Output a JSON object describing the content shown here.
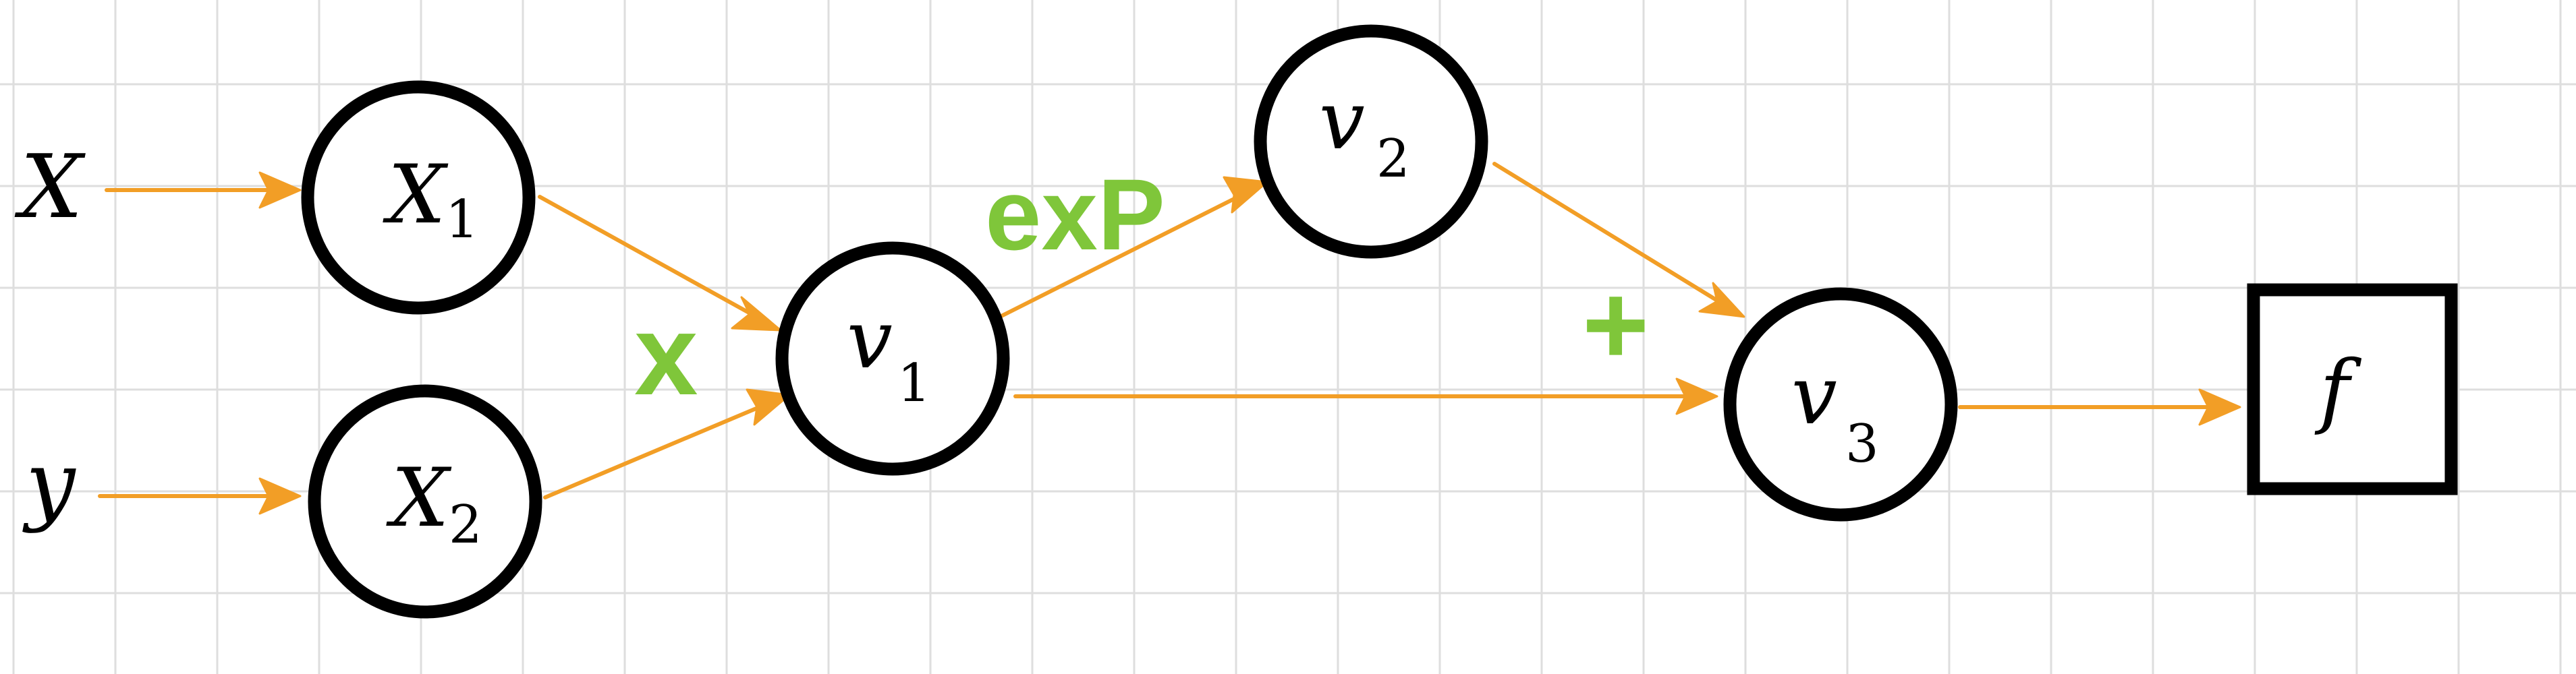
{
  "colors": {
    "edge": "#f29e26",
    "operation": "#7fc63a",
    "node_stroke": "#000000",
    "grid": "#dedede"
  },
  "inputs": {
    "x": "X",
    "y": "y"
  },
  "nodes": {
    "x1": {
      "name": "X",
      "sub": "1"
    },
    "x2": {
      "name": "X",
      "sub": "2"
    },
    "v1": {
      "name": "v",
      "sub": "1"
    },
    "v2": {
      "name": "v",
      "sub": "2"
    },
    "v3": {
      "name": "v",
      "sub": "3"
    },
    "f": {
      "name": "f"
    }
  },
  "operations": {
    "multiply": "x",
    "exp": "exP",
    "add": "+"
  },
  "edges": [
    {
      "from": "input-x",
      "to": "x1"
    },
    {
      "from": "input-y",
      "to": "x2"
    },
    {
      "from": "x1",
      "to": "v1"
    },
    {
      "from": "x2",
      "to": "v1"
    },
    {
      "from": "v1",
      "to": "v2"
    },
    {
      "from": "v1",
      "to": "v3"
    },
    {
      "from": "v2",
      "to": "v3"
    },
    {
      "from": "v3",
      "to": "f"
    }
  ]
}
